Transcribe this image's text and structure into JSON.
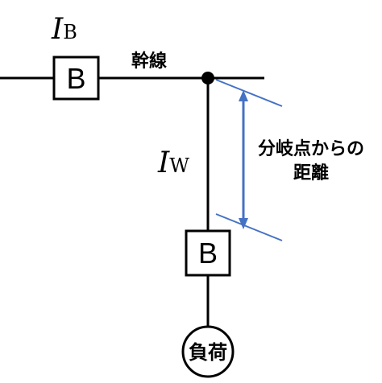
{
  "labels": {
    "ib_main": "I",
    "ib_sub": "B",
    "iw_main": "I",
    "iw_sub": "W",
    "main_line": "幹線",
    "distance_line1": "分岐点からの",
    "distance_line2": "距離",
    "breaker_top": "B",
    "breaker_bottom": "B",
    "load": "負荷"
  },
  "colors": {
    "line": "#000000",
    "dimension": "#4472C4",
    "background": "#ffffff"
  }
}
